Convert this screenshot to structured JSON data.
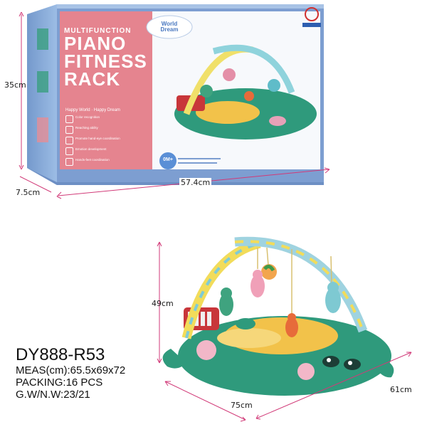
{
  "package": {
    "subtitle": "MULTIFUNCTION",
    "title_line1": "PIANO",
    "title_line2": "FITNESS",
    "title_line3": "RACK",
    "badge": "World Dream",
    "tagline": "Happy World · Happy Dream",
    "age_badge": "0M+",
    "feature_titles": [
      "Color recognition",
      "Reaching ability",
      "Promote hand-eye coordination",
      "Emotion development",
      "Hands-feet coordination"
    ]
  },
  "box_dimensions": {
    "height": "35cm",
    "length": "57.4cm",
    "depth": "7.5cm"
  },
  "product_dimensions": {
    "height": "49cm",
    "length": "75cm",
    "width": "61cm"
  },
  "spec": {
    "model": "DY888-R53",
    "meas": "MEAS(cm):65.5x69x72",
    "packing": "PACKING:16 PCS",
    "weight": "G.W/N.W:23/21"
  },
  "colors": {
    "box_pink": "#e5848f",
    "box_blue": "#7d9ed1",
    "mat_green": "#2f9a7c",
    "mat_yellow": "#f2c24a",
    "piano_red": "#c8363a"
  }
}
